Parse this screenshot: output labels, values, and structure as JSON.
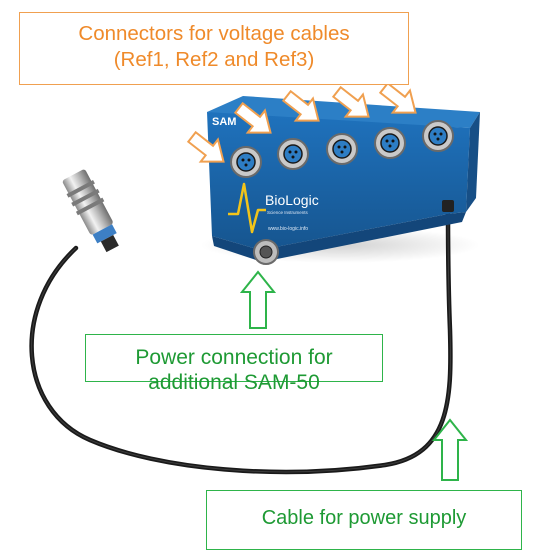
{
  "labels": {
    "connectors": {
      "line1": "Connectors for voltage cables",
      "line2": "(Ref1, Ref2 and Ref3)"
    },
    "power_connection": {
      "line1": "Power connection for",
      "line2": "additional SAM-50"
    },
    "cable": "Cable for power supply"
  },
  "device": {
    "model_label": "SAM",
    "brand": "BioLogic",
    "tagline": "Science Instruments",
    "website": "www.bio-logic.info"
  },
  "colors": {
    "orange_accent": "#ef8a2a",
    "green_accent": "#2eb44a",
    "device_blue": "#1f6fb5"
  }
}
